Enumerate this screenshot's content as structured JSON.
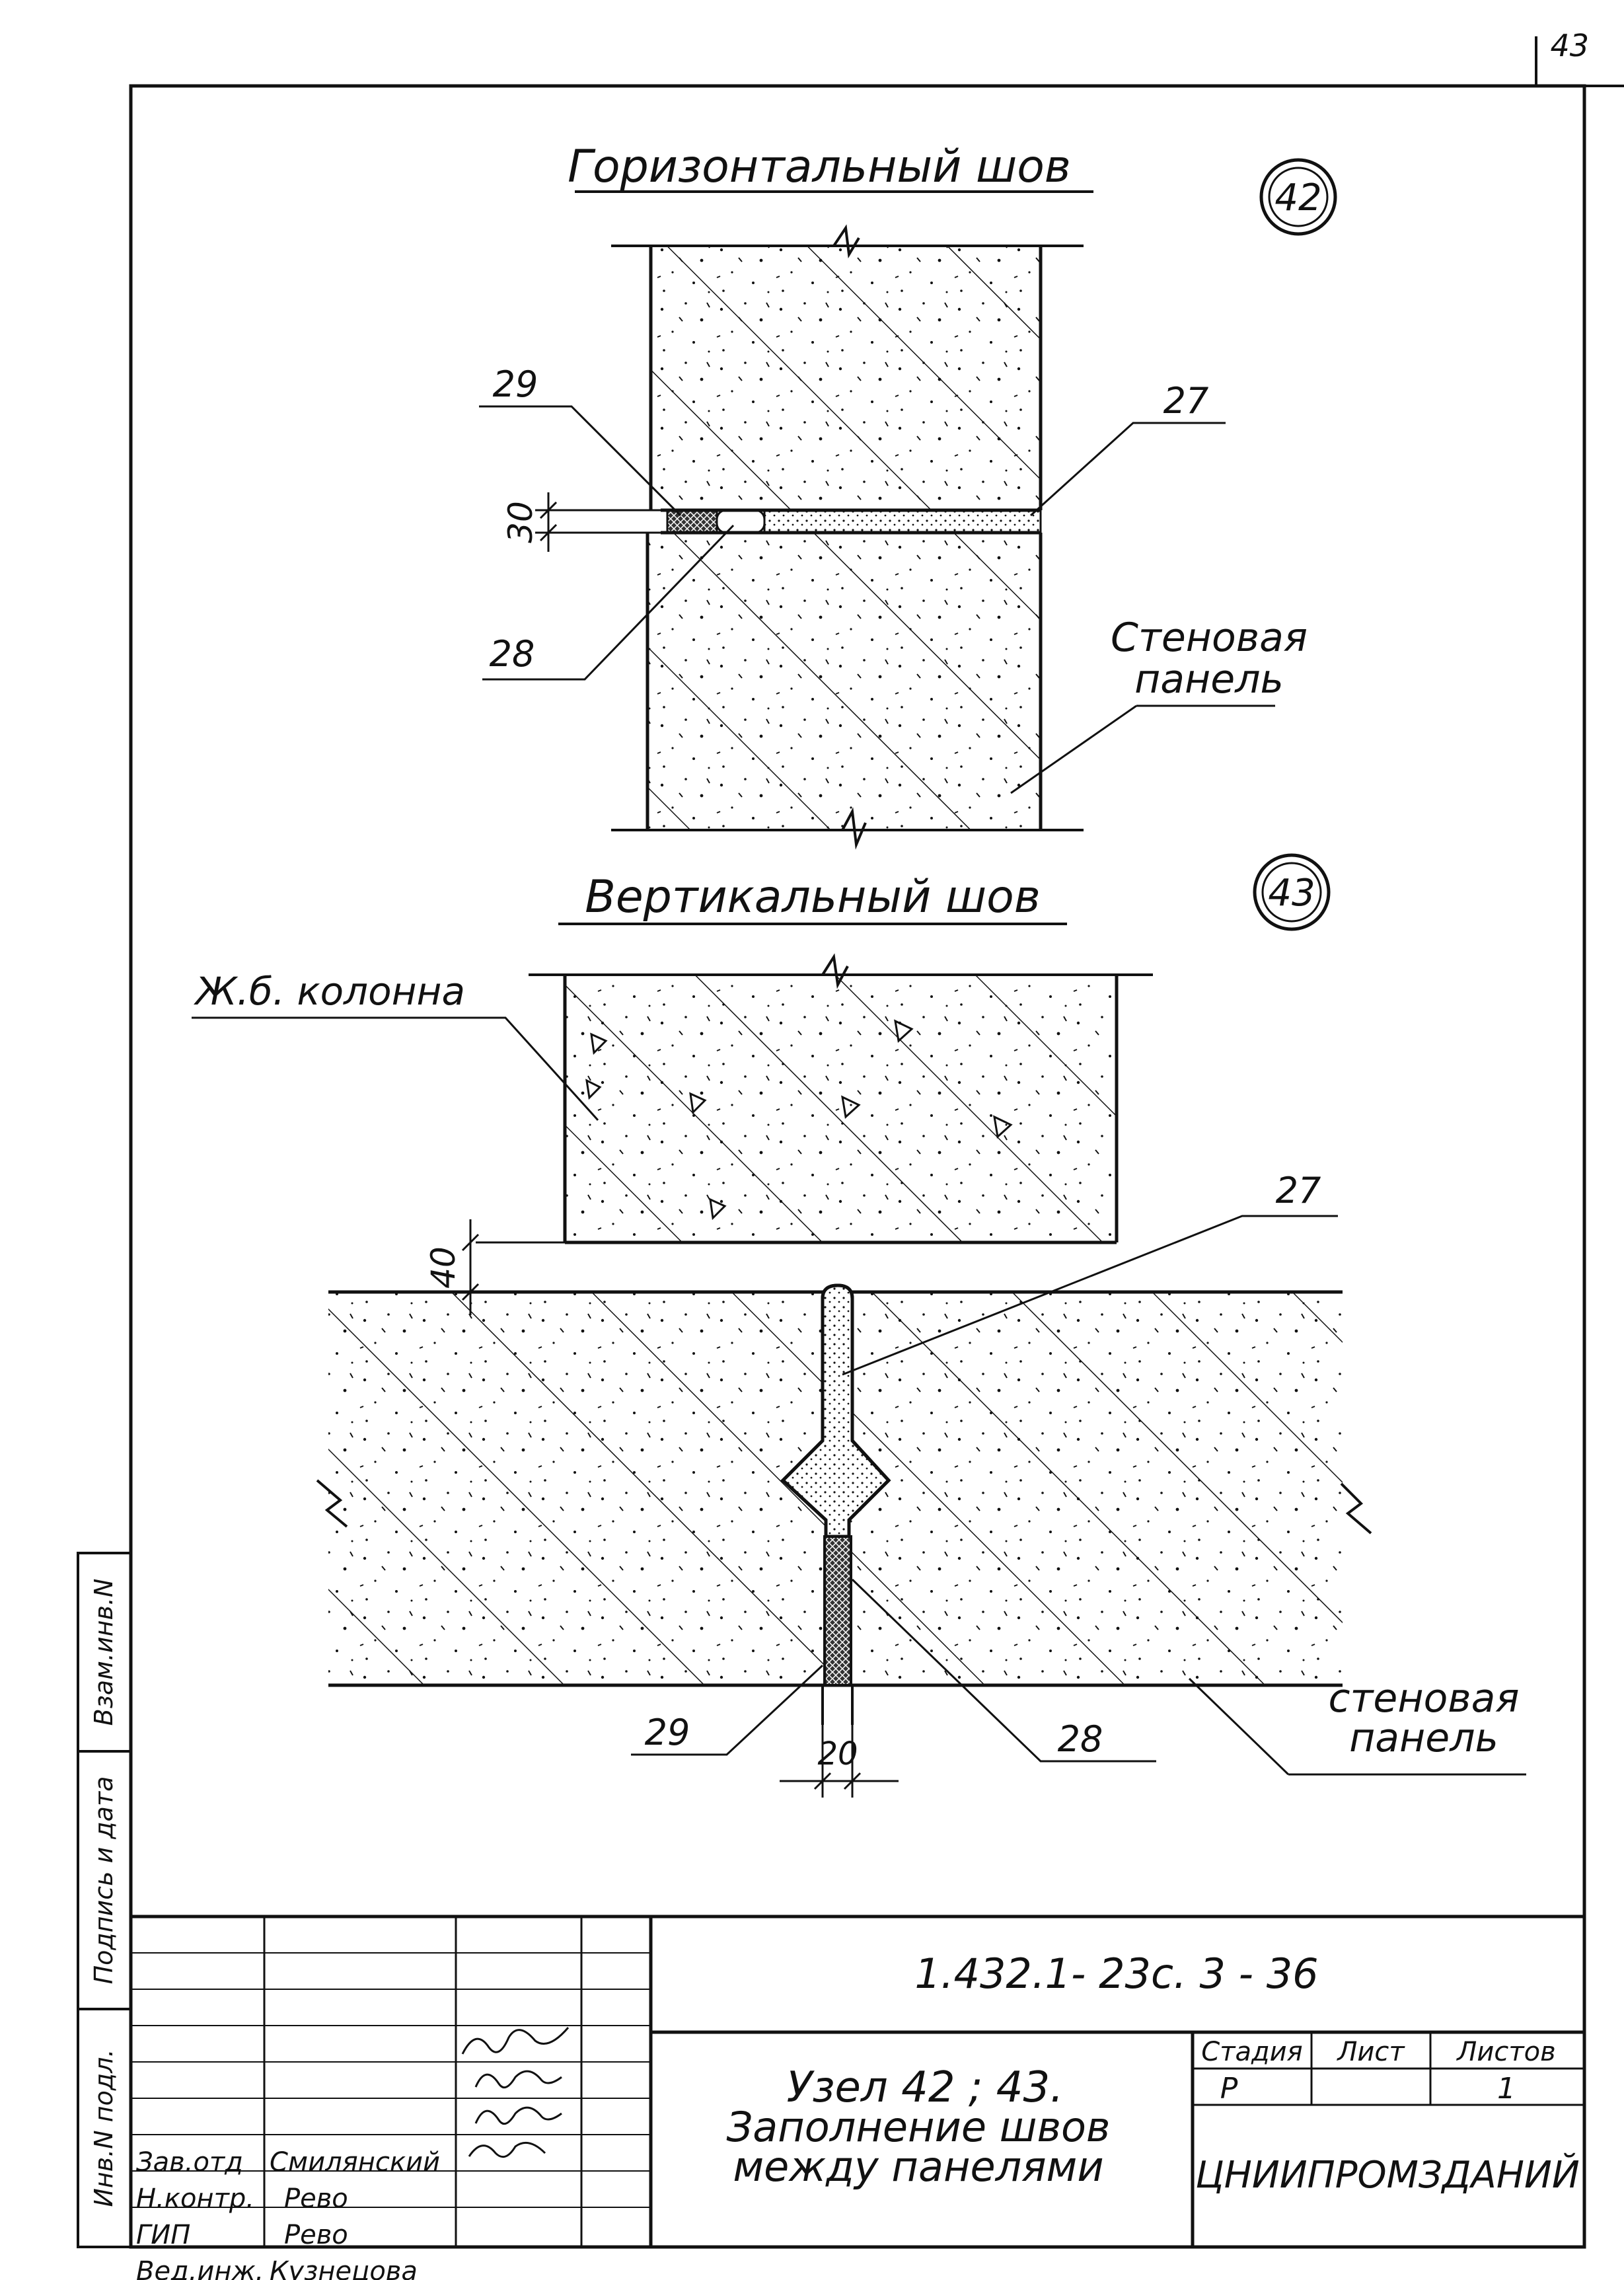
{
  "page_number": "43",
  "details": [
    {
      "id": "horizontal",
      "title": "Горизонтальный шов",
      "node_number": "42",
      "callouts": {
        "left_top": "29",
        "left_bottom": "28",
        "right_top": "27"
      },
      "dimension": "30",
      "panel_label_line1": "Стеновая",
      "panel_label_line2": "панель"
    },
    {
      "id": "vertical",
      "title": "Вертикальный шов",
      "node_number": "43",
      "column_label": "Ж.б. колонна",
      "callouts": {
        "top_right": "27",
        "bottom_left": "29",
        "bottom_mid": "28"
      },
      "dimension_gap": "40",
      "dimension_width": "20",
      "panel_label_line1": "стеновая",
      "panel_label_line2": "панель"
    }
  ],
  "side_stamp": [
    "Инв.N подл.",
    "Подпись и дата",
    "Взам.инв.N"
  ],
  "title_block": {
    "designation": "1.432.1- 23с. 3 - 36",
    "title_line1": "Узел 42 ; 43.",
    "title_line2": "Заполнение швов",
    "title_line3": "между панелями",
    "stage_header": "Стадия",
    "sheet_header": "Лист",
    "sheets_header": "Листов",
    "stage_value": "Р",
    "sheet_value": "",
    "sheets_value": "1",
    "organization": "ЦНИИПРОМЗДАНИЙ",
    "people": [
      {
        "role": "Зав.отд",
        "name": "Смилянский"
      },
      {
        "role": "Н.контр.",
        "name": "Рево"
      },
      {
        "role": "ГИП",
        "name": "Рево"
      },
      {
        "role": "Вед.инж.",
        "name": "Кузнецова"
      }
    ]
  }
}
